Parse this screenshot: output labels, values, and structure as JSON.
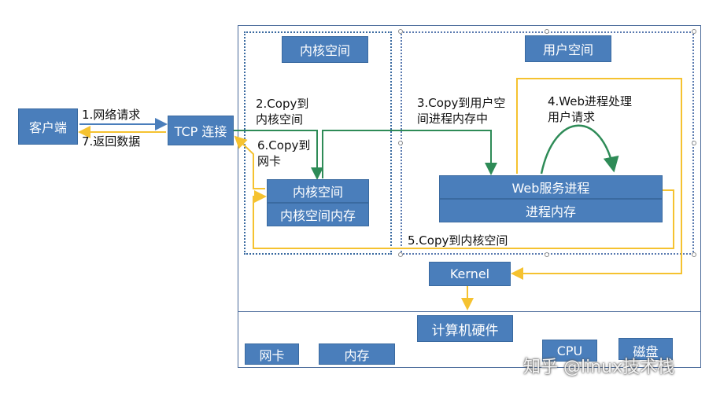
{
  "nodes": {
    "client": "客户端",
    "tcp": "TCP 连接",
    "kernel_space_header": "内核空间",
    "user_space_header": "用户空间",
    "kernel_space_box": "内核空间",
    "kernel_space_memory": "内核空间内存",
    "web_service_process": "Web服务进程",
    "process_memory": "进程内存",
    "kernel": "Kernel",
    "hardware": "计算机硬件",
    "nic": "网卡",
    "memory": "内存",
    "cpu": "CPU",
    "disk": "磁盘"
  },
  "labels": {
    "step1": "1.网络请求",
    "step7": "7.返回数据",
    "step2_line1": "2.Copy到",
    "step2_line2": "内核空间",
    "step6_line1": "6.Copy到",
    "step6_line2": "网卡",
    "step3_line1": "3.Copy到用户空",
    "step3_line2": "间进程内存中",
    "step4_line1": "4.Web进程处理",
    "step4_line2": "用户请求",
    "step5": "5.Copy到内核空间"
  },
  "watermark": "知乎 @linux技术栈",
  "colors": {
    "box_fill": "#4a7ebb",
    "arrow_yellow": "#f5c230",
    "arrow_green": "#2e8b57",
    "arrow_blue": "#4a7ebb"
  }
}
